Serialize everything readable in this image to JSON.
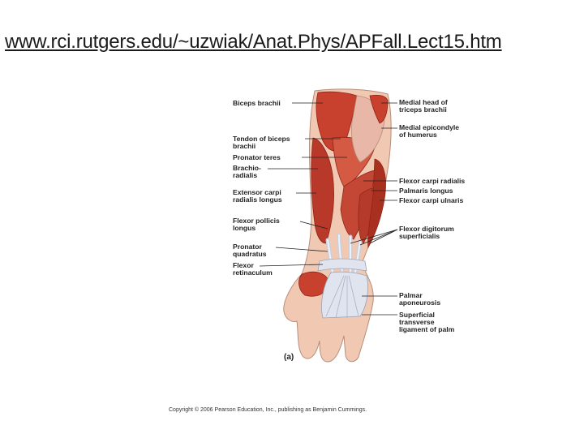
{
  "header": {
    "url_text": "www.rci.rutgers.edu/~uzwiak/Anat.Phys/APFall.Lect15.htm"
  },
  "diagram": {
    "labels": {
      "biceps_brachii": "Biceps brachii",
      "tendon_biceps_1": "Tendon of biceps",
      "tendon_biceps_2": "brachii",
      "pronator_teres": "Pronator teres",
      "brachioradialis_1": "Brachio-",
      "brachioradialis_2": "radialis",
      "ext_carpi_1": "Extensor carpi",
      "ext_carpi_2": "radialis longus",
      "flexor_pollicis_1": "Flexor pollicis",
      "flexor_pollicis_2": "longus",
      "pronator_quadratus_1": "Pronator",
      "pronator_quadratus_2": "quadratus",
      "flexor_retinaculum_1": "Flexor",
      "flexor_retinaculum_2": "retinaculum",
      "medial_triceps_1": "Medial head of",
      "medial_triceps_2": "triceps brachii",
      "medial_epicondyle_1": "Medial epicondyle",
      "medial_epicondyle_2": "of humerus",
      "flexor_carpi_radialis": "Flexor carpi radialis",
      "palmaris_longus": "Palmaris longus",
      "flexor_carpi_ulnaris": "Flexor carpi ulnaris",
      "flexor_digitorum_1": "Flexor digitorum",
      "flexor_digitorum_2": "superficialis",
      "palmar_apo_1": "Palmar",
      "palmar_apo_2": "aponeurosis",
      "superficial_1": "Superficial",
      "superficial_2": "transverse",
      "superficial_3": "ligament of palm"
    },
    "panel_label": "(a)",
    "copyright": "Copyright © 2006 Pearson Education, Inc., publishing as Benjamin Cummings."
  },
  "colors": {
    "muscle": "#c8402e",
    "muscle_dark": "#8f2418",
    "muscle_light": "#e0705a",
    "tendon": "#dfe4ef",
    "skin": "#f1c9b2"
  }
}
